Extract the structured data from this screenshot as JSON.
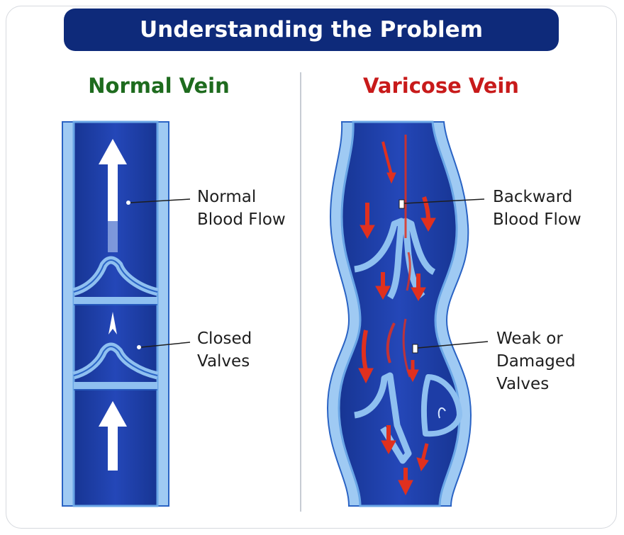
{
  "header": {
    "title": "Understanding the Problem"
  },
  "left_panel": {
    "heading": "Normal Vein",
    "labels": {
      "blood_flow": [
        "Normal",
        "Blood Flow"
      ],
      "valves": [
        "Closed",
        "Valves"
      ]
    }
  },
  "right_panel": {
    "heading": "Varicose Vein",
    "labels": {
      "blood_flow": [
        "Backward",
        "Blood Flow"
      ],
      "valves": [
        "Weak or",
        "Damaged",
        "Valves"
      ]
    }
  },
  "colors": {
    "banner": "#0e2a7a",
    "vein_interior": "#1c3ea8",
    "vein_wall": "#7eb3ea",
    "normal_heading": "#1e6b1e",
    "varicose_heading": "#c81a1a",
    "backflow_arrows": "#e0301e"
  }
}
